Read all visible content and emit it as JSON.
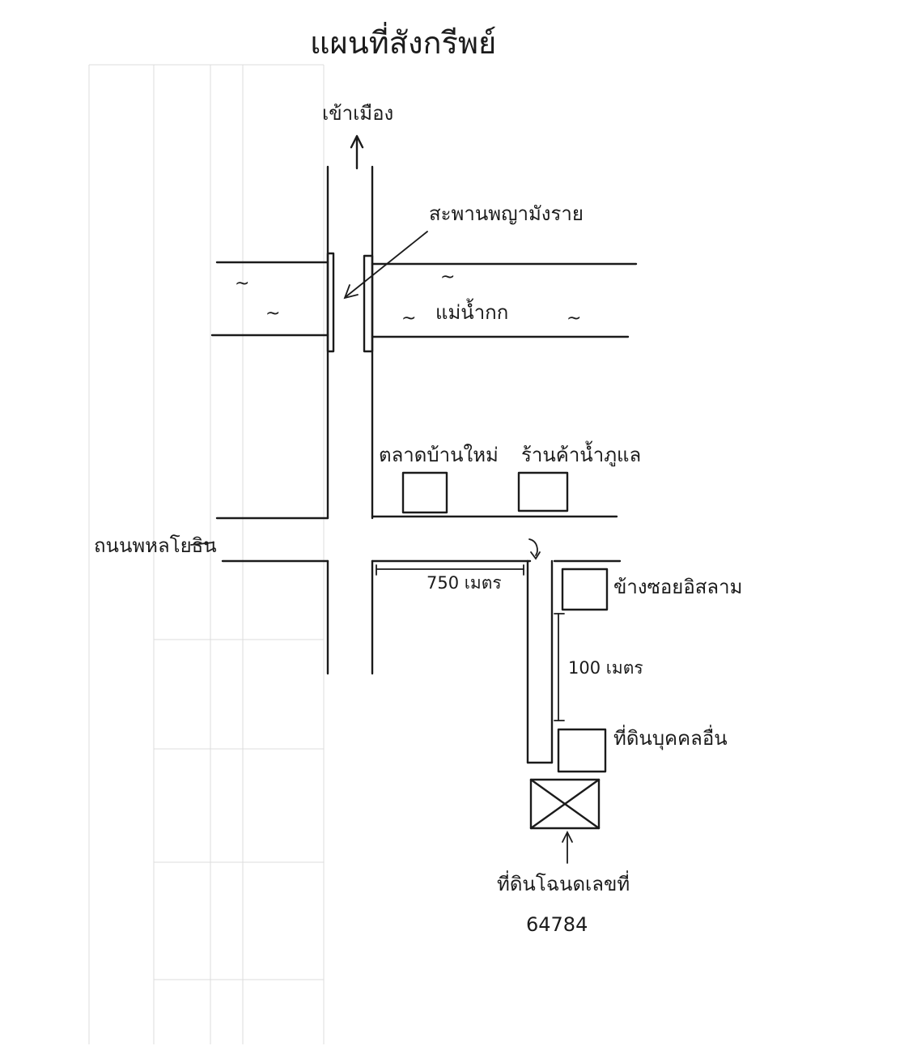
{
  "title": "แผนที่สังกรีพย์",
  "labels": {
    "to_city": "เข้าเมือง",
    "bridge": "สะพานพญามังราย",
    "river": "แม่น้ำกก",
    "market": "ตลาดบ้านใหม่",
    "shop": "ร้านค้าน้ำภูแล",
    "road": "ถนนพหลโยธิน",
    "distance_750": "750 เมตร",
    "near_soi": "ข้างซอยอิสลาม",
    "distance_100": "100 เมตร",
    "other_land": "ที่ดินบุคคลอื่น",
    "deed_line1": "ที่ดินโฉนดเลขที่",
    "deed_line2": "64784"
  },
  "river_wave_symbol": "~",
  "colors": {
    "ink": "#1b1b1b",
    "paper": "#ffffff",
    "show_through": "#dcdcdc"
  }
}
